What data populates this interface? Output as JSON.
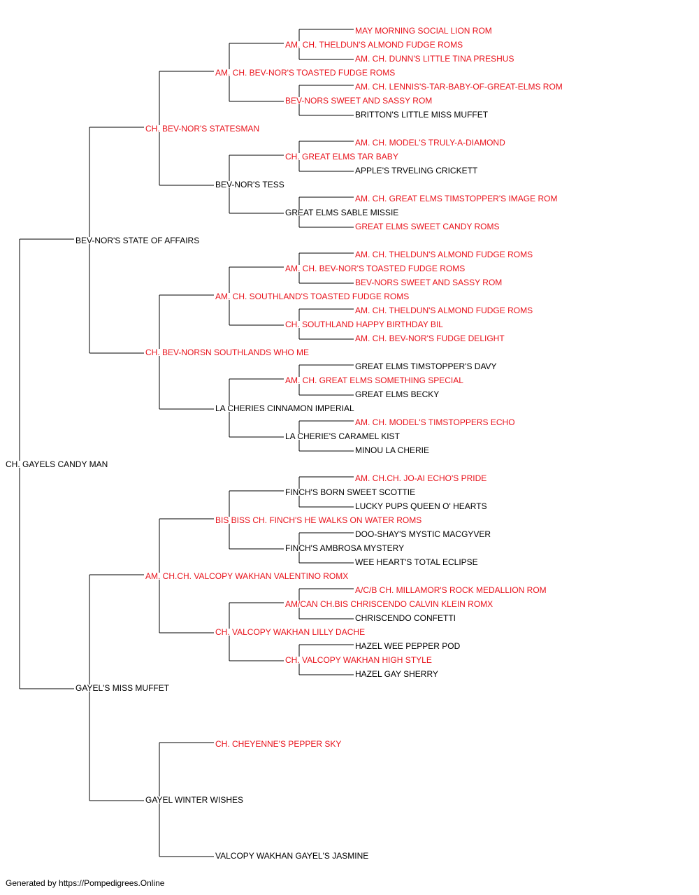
{
  "colors": {
    "titled": "#e8121b",
    "plain": "#000000",
    "line": "#000000"
  },
  "footer": "Generated by https://Pompedigrees.Online",
  "pedigree": {
    "name": "CH. GAYELS CANDY MAN",
    "titled": false,
    "sire": {
      "name": "BEV-NOR'S STATE OF AFFAIRS",
      "titled": false,
      "sire": {
        "name": "CH. BEV-NOR'S STATESMAN",
        "titled": true,
        "sire": {
          "name": "AM. CH. BEV-NOR'S TOASTED FUDGE ROMS",
          "titled": true,
          "sire": {
            "name": "AM. CH. THELDUN'S ALMOND FUDGE ROMS",
            "titled": true,
            "sire": {
              "name": "MAY MORNING SOCIAL LION ROM",
              "titled": true
            },
            "dam": {
              "name": "AM. CH. DUNN'S LITTLE TINA PRESHUS",
              "titled": true
            }
          },
          "dam": {
            "name": "BEV-NORS SWEET AND SASSY ROM",
            "titled": true,
            "sire": {
              "name": "AM. CH. LENNIS'S-TAR-BABY-OF-GREAT-ELMS ROM",
              "titled": true
            },
            "dam": {
              "name": "BRITTON'S LITTLE MISS MUFFET",
              "titled": false
            }
          }
        },
        "dam": {
          "name": "BEV-NOR'S TESS",
          "titled": false,
          "sire": {
            "name": "CH. GREAT ELMS TAR BABY",
            "titled": true,
            "sire": {
              "name": "AM. CH. MODEL'S TRULY-A-DIAMOND",
              "titled": true
            },
            "dam": {
              "name": "APPLE'S TRVELING CRICKETT",
              "titled": false
            }
          },
          "dam": {
            "name": "GREAT ELMS SABLE MISSIE",
            "titled": false,
            "sire": {
              "name": "AM. CH. GREAT ELMS TIMSTOPPER'S IMAGE ROM",
              "titled": true
            },
            "dam": {
              "name": "GREAT ELMS SWEET CANDY ROMS",
              "titled": true
            }
          }
        }
      },
      "dam": {
        "name": "CH. BEV-NORSN SOUTHLANDS WHO ME",
        "titled": true,
        "sire": {
          "name": "AM. CH. SOUTHLAND'S TOASTED FUDGE ROMS",
          "titled": true,
          "sire": {
            "name": "AM. CH. BEV-NOR'S TOASTED FUDGE ROMS",
            "titled": true,
            "sire": {
              "name": "AM. CH. THELDUN'S ALMOND FUDGE ROMS",
              "titled": true
            },
            "dam": {
              "name": "BEV-NORS SWEET AND SASSY ROM",
              "titled": true
            }
          },
          "dam": {
            "name": "CH. SOUTHLAND HAPPY BIRTHDAY BIL",
            "titled": true,
            "sire": {
              "name": "AM. CH. THELDUN'S ALMOND FUDGE ROMS",
              "titled": true
            },
            "dam": {
              "name": "AM. CH. BEV-NOR'S FUDGE DELIGHT",
              "titled": true
            }
          }
        },
        "dam": {
          "name": "LA CHERIES CINNAMON IMPERIAL",
          "titled": false,
          "sire": {
            "name": "AM. CH. GREAT ELMS SOMETHING SPECIAL",
            "titled": true,
            "sire": {
              "name": "GREAT ELMS TIMSTOPPER'S DAVY",
              "titled": false
            },
            "dam": {
              "name": "GREAT ELMS BECKY",
              "titled": false
            }
          },
          "dam": {
            "name": "LA CHERIE'S CARAMEL KIST",
            "titled": false,
            "sire": {
              "name": "AM. CH. MODEL'S TIMSTOPPERS ECHO",
              "titled": true
            },
            "dam": {
              "name": "MINOU LA CHERIE",
              "titled": false
            }
          }
        }
      }
    },
    "dam": {
      "name": "GAYEL'S MISS MUFFET",
      "titled": false,
      "sire": {
        "name": "AM. CH.CH. VALCOPY WAKHAN VALENTINO ROMX",
        "titled": true,
        "sire": {
          "name": "BIS BISS CH. FINCH'S HE WALKS ON WATER ROMS",
          "titled": true,
          "sire": {
            "name": "FINCH'S BORN SWEET SCOTTIE",
            "titled": false,
            "sire": {
              "name": "AM. CH.CH. JO-AI ECHO'S PRIDE",
              "titled": true
            },
            "dam": {
              "name": "LUCKY PUPS QUEEN O' HEARTS",
              "titled": false
            }
          },
          "dam": {
            "name": "FINCH'S AMBROSA MYSTERY",
            "titled": false,
            "sire": {
              "name": "DOO-SHAY'S MYSTIC MACGYVER",
              "titled": false
            },
            "dam": {
              "name": "WEE HEART'S TOTAL ECLIPSE",
              "titled": false
            }
          }
        },
        "dam": {
          "name": "CH. VALCOPY WAKHAN LILLY DACHE",
          "titled": true,
          "sire": {
            "name": "AM/CAN CH.BIS CHRISCENDO CALVIN KLEIN ROMX",
            "titled": true,
            "sire": {
              "name": "A/C/B CH. MILLAMOR'S ROCK MEDALLION ROM",
              "titled": true
            },
            "dam": {
              "name": "CHRISCENDO CONFETTI",
              "titled": false
            }
          },
          "dam": {
            "name": "CH. VALCOPY WAKHAN HIGH STYLE",
            "titled": true,
            "sire": {
              "name": "HAZEL WEE PEPPER POD",
              "titled": false
            },
            "dam": {
              "name": "HAZEL GAY SHERRY",
              "titled": false
            }
          }
        }
      },
      "dam": {
        "name": "GAYEL WINTER WISHES",
        "titled": false,
        "sire": {
          "name": "CH. CHEYENNE'S PEPPER SKY",
          "titled": true
        },
        "dam": {
          "name": "VALCOPY WAKHAN GAYEL'S JASMINE",
          "titled": false
        }
      }
    }
  }
}
